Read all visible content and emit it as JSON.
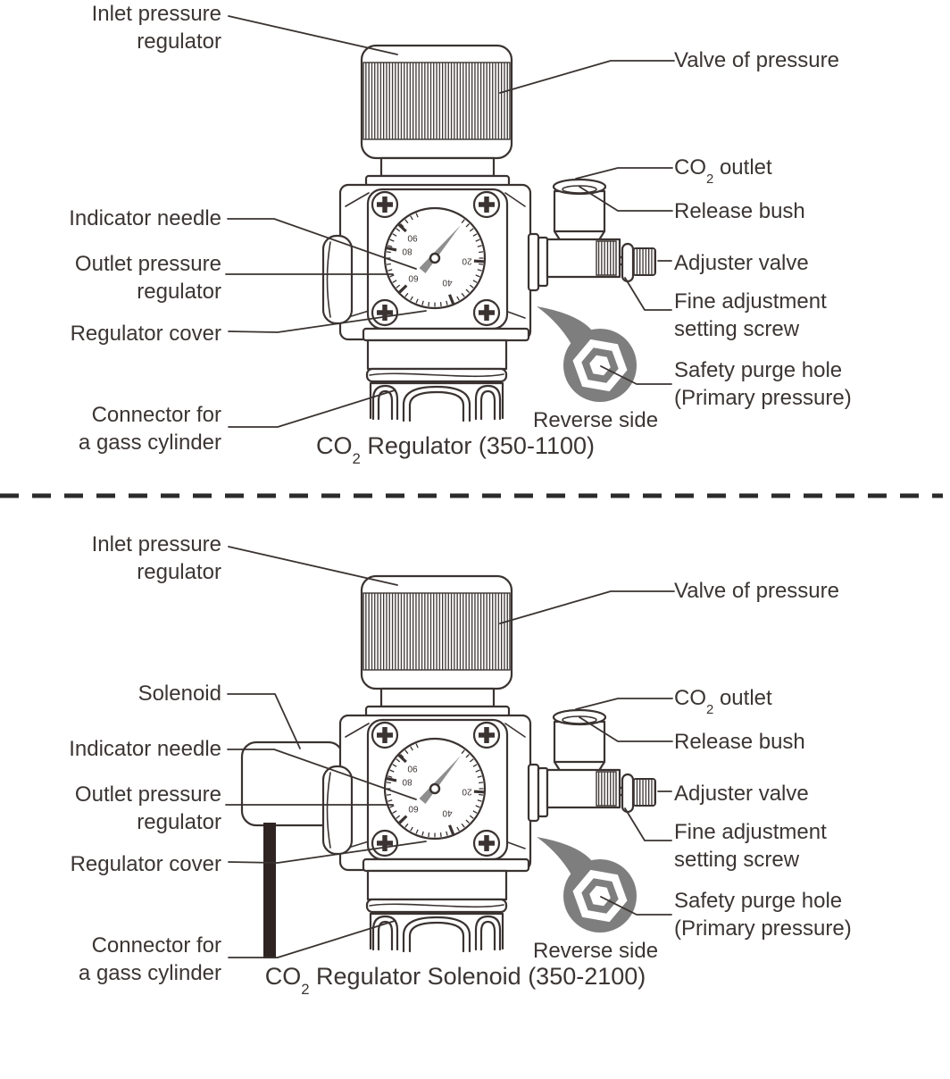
{
  "colors": {
    "line": "#3a3331",
    "text": "#3b3533",
    "gray": "#7e7e7e",
    "needle": "#8e8e8e",
    "cable": "#2f2421",
    "divider": "#2b2b2b"
  },
  "top": {
    "labels": {
      "inlet": [
        "Inlet pressure",
        "regulator"
      ],
      "valve": "Valve of pressure",
      "co2_outlet": {
        "pre": "CO",
        "sub": "2",
        "post": " outlet"
      },
      "release": "Release bush",
      "indicator": "Indicator needle",
      "outlet_regulator": [
        "Outlet pressure",
        "regulator"
      ],
      "adjuster": "Adjuster valve",
      "fine_adjustment": [
        "Fine adjustment",
        "setting screw"
      ],
      "regulator_cover": "Regulator cover",
      "safety_purge": [
        "Safety purge hole",
        "(Primary pressure)"
      ],
      "connector": [
        "Connector for",
        "a gass cylinder"
      ],
      "reverse_side": "Reverse side"
    },
    "title": {
      "pre": "CO",
      "sub": "2",
      "post": " Regulator (350-1100)"
    },
    "gauge_labels": [
      "90",
      "80",
      "60",
      "40",
      "20"
    ]
  },
  "bottom": {
    "labels": {
      "inlet": [
        "Inlet pressure",
        "regulator"
      ],
      "valve": "Valve of pressure",
      "solenoid": "Solenoid",
      "co2_outlet": {
        "pre": "CO",
        "sub": "2",
        "post": " outlet"
      },
      "release": "Release bush",
      "indicator": "Indicator needle",
      "outlet_regulator": [
        "Outlet pressure",
        "regulator"
      ],
      "adjuster": "Adjuster valve",
      "fine_adjustment": [
        "Fine adjustment",
        "setting screw"
      ],
      "regulator_cover": "Regulator cover",
      "safety_purge": [
        "Safety purge hole",
        "(Primary pressure)"
      ],
      "connector": [
        "Connector for",
        "a gass cylinder"
      ],
      "reverse_side": "Reverse side"
    },
    "title": {
      "pre": "CO",
      "sub": "2",
      "post": " Regulator Solenoid (350-2100)"
    },
    "gauge_labels": [
      "90",
      "80",
      "60",
      "40",
      "20"
    ]
  }
}
